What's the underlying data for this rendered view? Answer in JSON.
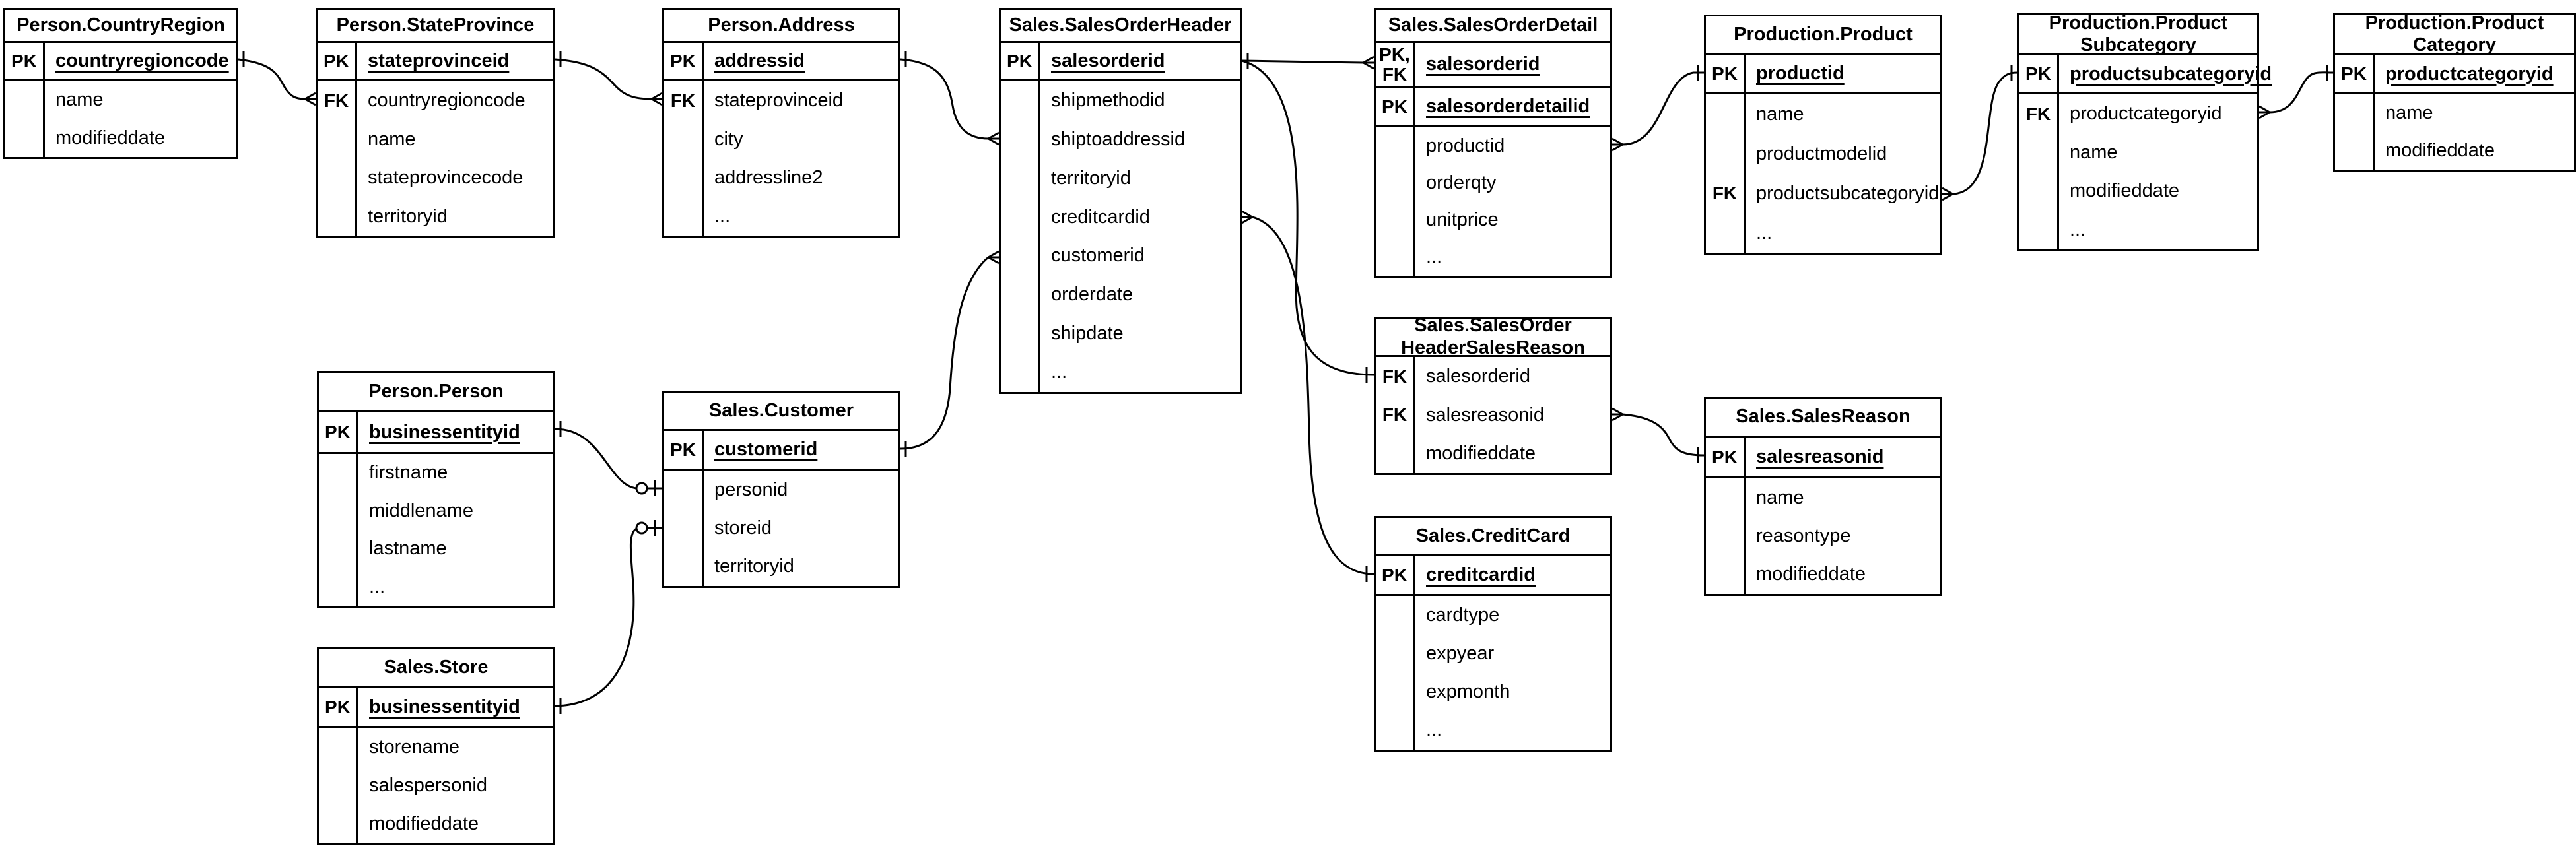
{
  "diagram": {
    "background_color": "#ffffff",
    "line_color": "#000000",
    "text_color": "#000000"
  },
  "entities": {
    "countryregion": {
      "title": "Person.CountryRegion",
      "rows": [
        {
          "key": "PK",
          "name": "countryregioncode"
        },
        {
          "key": "",
          "name": "name"
        },
        {
          "key": "",
          "name": "modifieddate"
        }
      ]
    },
    "stateprovince": {
      "title": "Person.StateProvince",
      "rows": [
        {
          "key": "PK",
          "name": "stateprovinceid"
        },
        {
          "key": "FK",
          "name": "countryregioncode"
        },
        {
          "key": "",
          "name": "name"
        },
        {
          "key": "",
          "name": "stateprovincecode"
        },
        {
          "key": "",
          "name": "territoryid"
        }
      ]
    },
    "address": {
      "title": "Person.Address",
      "rows": [
        {
          "key": "PK",
          "name": "addressid"
        },
        {
          "key": "FK",
          "name": "stateprovinceid"
        },
        {
          "key": "",
          "name": "city"
        },
        {
          "key": "",
          "name": "addressline2"
        },
        {
          "key": "",
          "name": "..."
        }
      ]
    },
    "salesorderheader": {
      "title": "Sales.SalesOrderHeader",
      "rows": [
        {
          "key": "PK",
          "name": "salesorderid"
        },
        {
          "key": "",
          "name": "shipmethodid"
        },
        {
          "key": "",
          "name": "shiptoaddressid"
        },
        {
          "key": "",
          "name": "territoryid"
        },
        {
          "key": "",
          "name": "creditcardid"
        },
        {
          "key": "",
          "name": "customerid"
        },
        {
          "key": "",
          "name": "orderdate"
        },
        {
          "key": "",
          "name": "shipdate"
        },
        {
          "key": "",
          "name": "..."
        }
      ]
    },
    "salesorderdetail": {
      "title": "Sales.SalesOrderDetail",
      "rows": [
        {
          "key": "PK,\nFK",
          "name": "salesorderid"
        },
        {
          "key": "PK",
          "name": "salesorderdetailid"
        },
        {
          "key": "",
          "name": "productid"
        },
        {
          "key": "",
          "name": "orderqty"
        },
        {
          "key": "",
          "name": "unitprice"
        },
        {
          "key": "",
          "name": "..."
        }
      ]
    },
    "product": {
      "title": "Production.Product",
      "rows": [
        {
          "key": "PK",
          "name": "productid"
        },
        {
          "key": "",
          "name": "name"
        },
        {
          "key": "",
          "name": "productmodelid"
        },
        {
          "key": "FK",
          "name": "productsubcategoryid"
        },
        {
          "key": "",
          "name": "..."
        }
      ]
    },
    "productsubcategory": {
      "title": "Production.Product\nSubcategory",
      "rows": [
        {
          "key": "PK",
          "name": "productsubcategoryid"
        },
        {
          "key": "FK",
          "name": "productcategoryid"
        },
        {
          "key": "",
          "name": "name"
        },
        {
          "key": "",
          "name": "modifieddate"
        },
        {
          "key": "",
          "name": "..."
        }
      ]
    },
    "productcategory": {
      "title": "Production.Product\nCategory",
      "rows": [
        {
          "key": "PK",
          "name": "productcategoryid"
        },
        {
          "key": "",
          "name": "name"
        },
        {
          "key": "",
          "name": "modifieddate"
        }
      ]
    },
    "person": {
      "title": "Person.Person",
      "rows": [
        {
          "key": "PK",
          "name": "businessentityid"
        },
        {
          "key": "",
          "name": "firstname"
        },
        {
          "key": "",
          "name": "middlename"
        },
        {
          "key": "",
          "name": "lastname"
        },
        {
          "key": "",
          "name": "..."
        }
      ]
    },
    "customer": {
      "title": "Sales.Customer",
      "rows": [
        {
          "key": "PK",
          "name": "customerid"
        },
        {
          "key": "",
          "name": "personid"
        },
        {
          "key": "",
          "name": "storeid"
        },
        {
          "key": "",
          "name": "territoryid"
        }
      ]
    },
    "store": {
      "title": "Sales.Store",
      "rows": [
        {
          "key": "PK",
          "name": "businessentityid"
        },
        {
          "key": "",
          "name": "storename"
        },
        {
          "key": "",
          "name": "salespersonid"
        },
        {
          "key": "",
          "name": "modifieddate"
        }
      ]
    },
    "salesorderheadersalesreason": {
      "title": "Sales.SalesOrder\nHeaderSalesReason",
      "rows": [
        {
          "key": "FK",
          "name": "salesorderid"
        },
        {
          "key": "FK",
          "name": "salesreasonid"
        },
        {
          "key": "",
          "name": "modifieddate"
        }
      ]
    },
    "salesreason": {
      "title": "Sales.SalesReason",
      "rows": [
        {
          "key": "PK",
          "name": "salesreasonid"
        },
        {
          "key": "",
          "name": "name"
        },
        {
          "key": "",
          "name": "reasontype"
        },
        {
          "key": "",
          "name": "modifieddate"
        }
      ]
    },
    "creditcard": {
      "title": "Sales.CreditCard",
      "rows": [
        {
          "key": "PK",
          "name": "creditcardid"
        },
        {
          "key": "",
          "name": "cardtype"
        },
        {
          "key": "",
          "name": "expyear"
        },
        {
          "key": "",
          "name": "expmonth"
        },
        {
          "key": "",
          "name": "..."
        }
      ]
    }
  },
  "relationships": [
    {
      "a": "Person.CountryRegion.countryregioncode",
      "a_marker": "one",
      "b": "Person.StateProvince.countryregioncode",
      "b_marker": "many"
    },
    {
      "a": "Person.StateProvince.stateprovinceid",
      "a_marker": "one",
      "b": "Person.Address.stateprovinceid",
      "b_marker": "many"
    },
    {
      "a": "Person.Address.addressid",
      "a_marker": "one",
      "b": "Sales.SalesOrderHeader.shiptoaddressid",
      "b_marker": "many"
    },
    {
      "a": "Sales.SalesOrderHeader.salesorderid",
      "a_marker": "one",
      "b": "Sales.SalesOrderDetail.salesorderid",
      "b_marker": "many"
    },
    {
      "a": "Sales.SalesOrderHeader.salesorderid",
      "a_marker": "one",
      "b": "Sales.SalesOrderHeaderSalesReason.salesorderid",
      "b_marker": "one"
    },
    {
      "a": "Sales.SalesOrderHeader.creditcardid",
      "a_marker": "many",
      "b": "Sales.CreditCard.creditcardid",
      "b_marker": "one"
    },
    {
      "a": "Sales.Customer.customerid",
      "a_marker": "one",
      "b": "Sales.SalesOrderHeader.customerid",
      "b_marker": "many"
    },
    {
      "a": "Sales.SalesOrderDetail.productid",
      "a_marker": "many",
      "b": "Production.Product.productid",
      "b_marker": "one"
    },
    {
      "a": "Production.Product.productsubcategoryid",
      "a_marker": "many",
      "b": "Production.ProductSubcategory.productsubcategoryid",
      "b_marker": "one"
    },
    {
      "a": "Production.ProductSubcategory.productcategoryid",
      "a_marker": "many",
      "b": "Production.ProductCategory.productcategoryid",
      "b_marker": "one"
    },
    {
      "a": "Sales.SalesOrderHeaderSalesReason.salesreasonid",
      "a_marker": "many",
      "b": "Sales.SalesReason.salesreasonid",
      "b_marker": "one"
    },
    {
      "a": "Person.Person.businessentityid",
      "a_marker": "one",
      "b": "Sales.Customer.personid",
      "b_marker": "zero-or-one"
    },
    {
      "a": "Sales.Store.businessentityid",
      "a_marker": "one",
      "b": "Sales.Customer.storeid",
      "b_marker": "zero-or-one"
    }
  ]
}
